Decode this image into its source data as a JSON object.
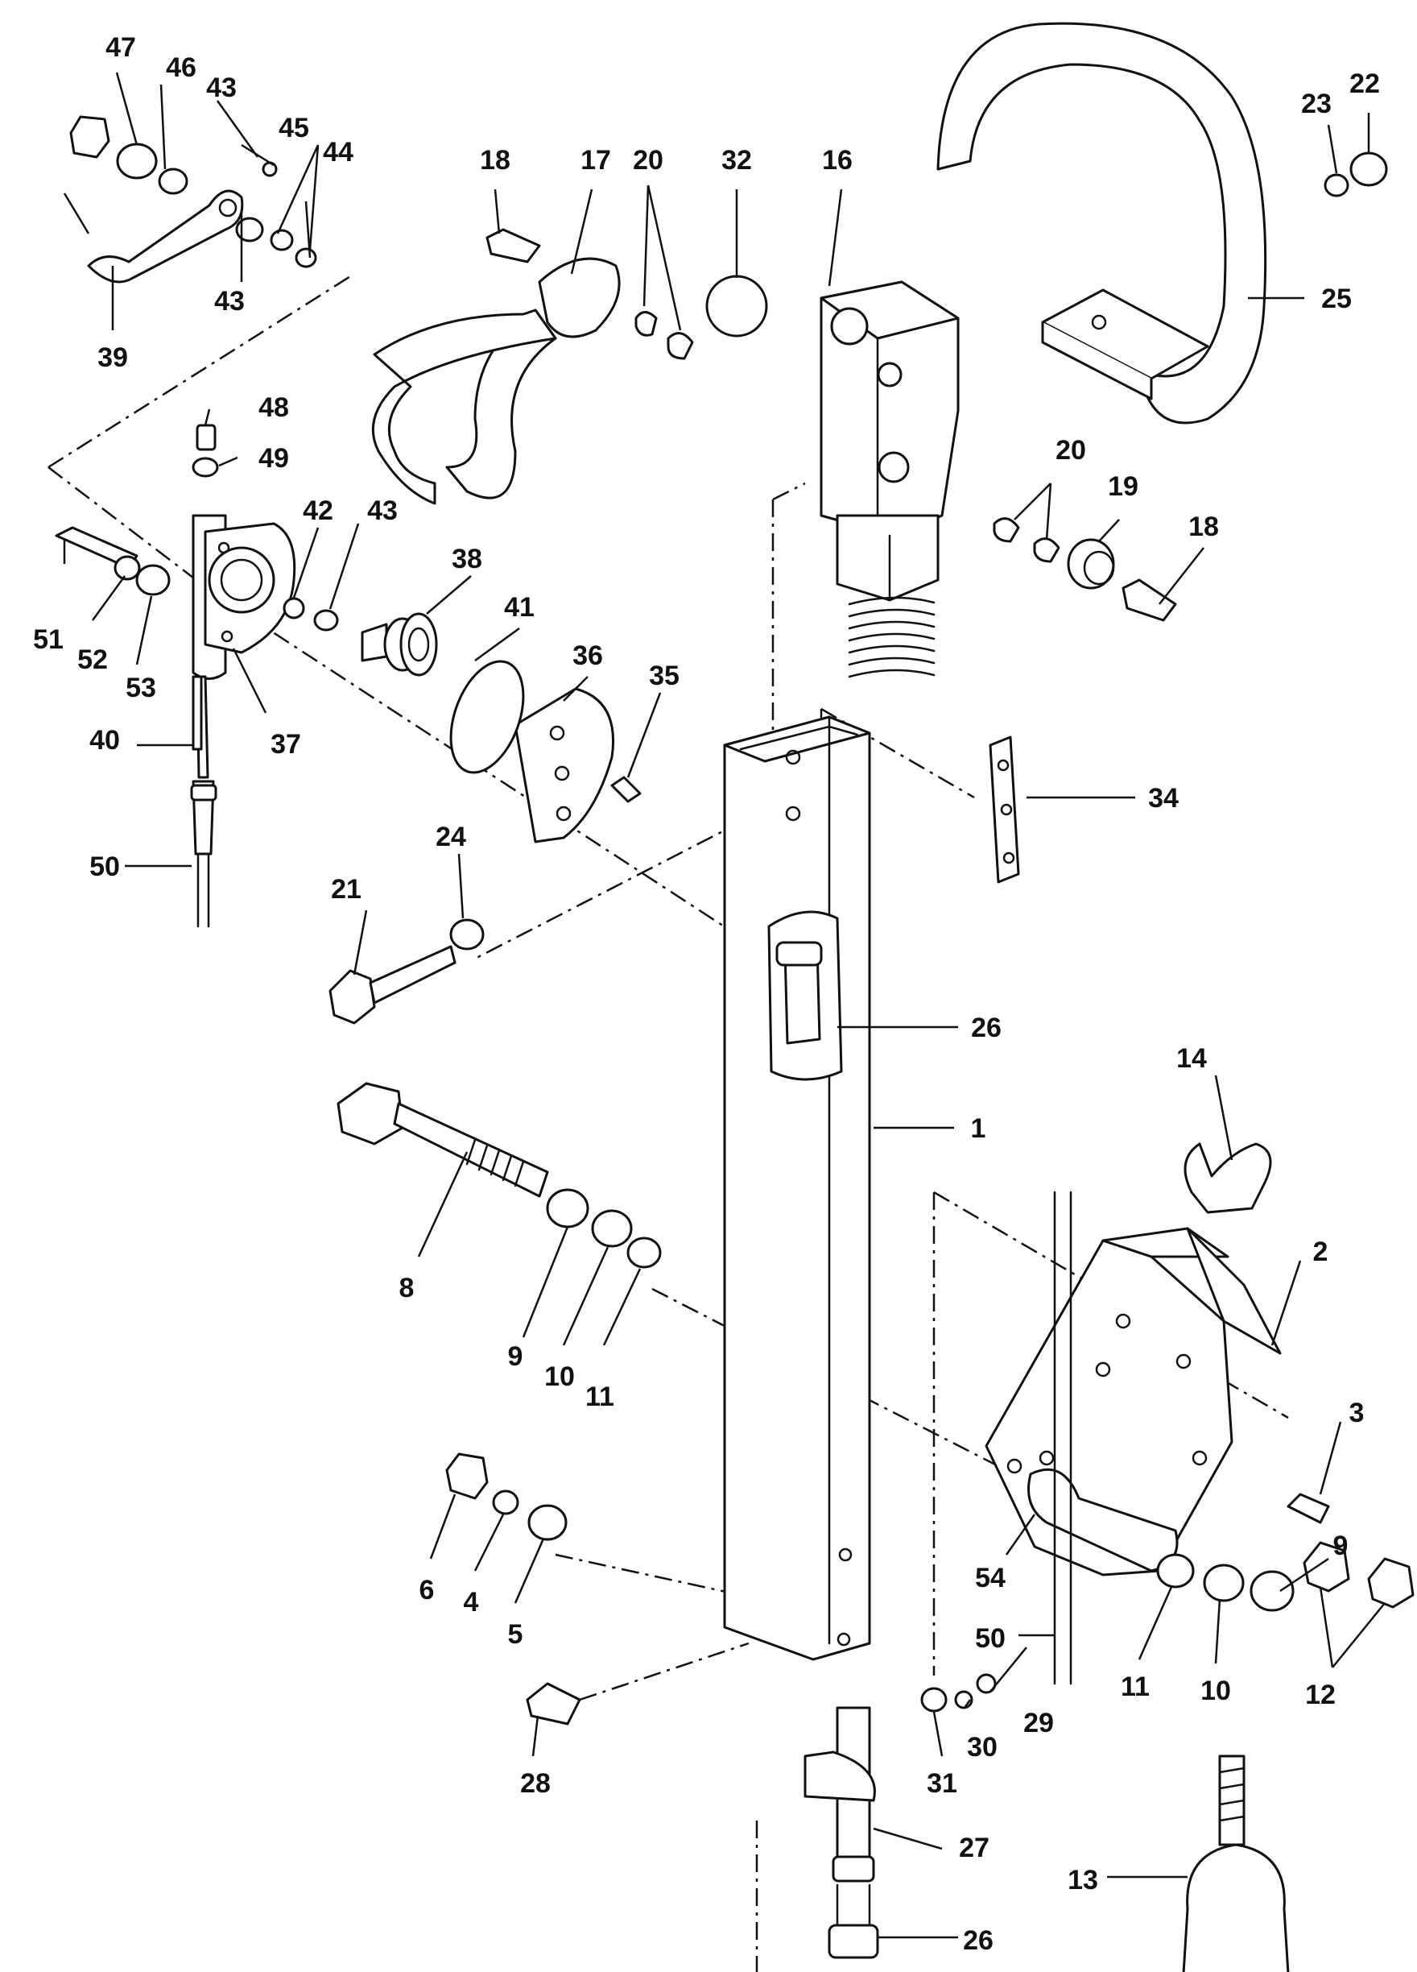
{
  "labels": {
    "p1": "1",
    "p2": "2",
    "p3": "3",
    "p4": "4",
    "p5": "5",
    "p6": "6",
    "p8": "8",
    "p9a": "9",
    "p9b": "9",
    "p10a": "10",
    "p10b": "10",
    "p11a": "11",
    "p11b": "11",
    "p12": "12",
    "p13": "13",
    "p14": "14",
    "p16": "16",
    "p17": "17",
    "p18a": "18",
    "p18b": "18",
    "p19": "19",
    "p20a": "20",
    "p20b": "20",
    "p21": "21",
    "p22": "22",
    "p23": "23",
    "p24": "24",
    "p25": "25",
    "p26a": "26",
    "p26b": "26",
    "p27": "27",
    "p28": "28",
    "p29": "29",
    "p30": "30",
    "p31": "31",
    "p32": "32",
    "p34": "34",
    "p35": "35",
    "p36": "36",
    "p37": "37",
    "p38": "38",
    "p39": "39",
    "p40": "40",
    "p41": "41",
    "p42": "42",
    "p43a": "43",
    "p43b": "43",
    "p43c": "43",
    "p44": "44",
    "p45": "45",
    "p46": "46",
    "p47": "47",
    "p48": "48",
    "p49": "49",
    "p50a": "50",
    "p50b": "50",
    "p51": "51",
    "p52": "52",
    "p53": "53",
    "p54": "54"
  }
}
